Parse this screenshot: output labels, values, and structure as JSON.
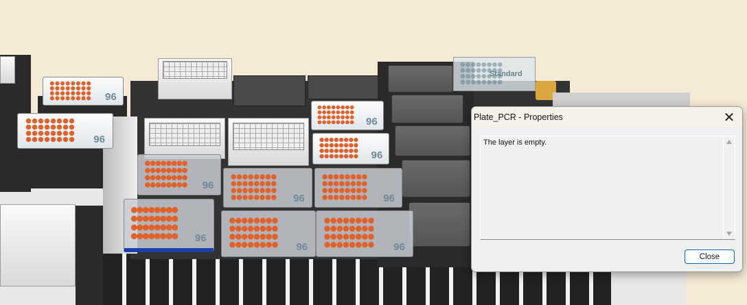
{
  "deck": {
    "plate_label": "96",
    "standard_label": "Standard",
    "colors": {
      "background": "#f5ead6",
      "well": "#e0612a",
      "selected_carrier": "#1d3fa8"
    }
  },
  "dialog": {
    "title": "Plate_PCR - Properties",
    "content": "The layer is empty.",
    "close_button": "Close",
    "close_icon": "close-icon"
  }
}
